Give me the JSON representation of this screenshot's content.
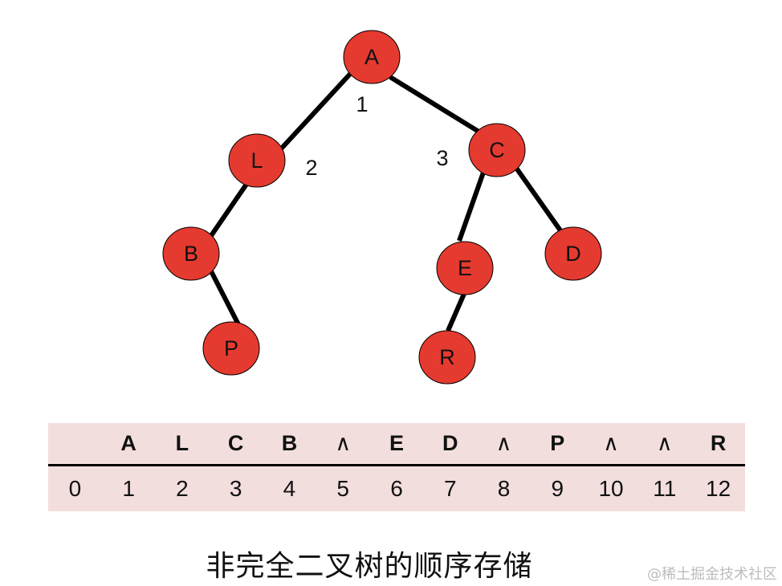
{
  "tree": {
    "nodes": [
      {
        "id": "A",
        "label": "A"
      },
      {
        "id": "L",
        "label": "L"
      },
      {
        "id": "C",
        "label": "C"
      },
      {
        "id": "B",
        "label": "B"
      },
      {
        "id": "E",
        "label": "E"
      },
      {
        "id": "D",
        "label": "D"
      },
      {
        "id": "P",
        "label": "P"
      },
      {
        "id": "R",
        "label": "R"
      }
    ],
    "edges": [
      {
        "from": "A",
        "to": "L"
      },
      {
        "from": "A",
        "to": "C"
      },
      {
        "from": "L",
        "to": "B"
      },
      {
        "from": "B",
        "to": "P"
      },
      {
        "from": "C",
        "to": "E"
      },
      {
        "from": "C",
        "to": "D"
      },
      {
        "from": "E",
        "to": "R"
      }
    ],
    "index_labels": [
      "1",
      "2",
      "3"
    ],
    "node_color": "#e53a2f",
    "edge_color": "#000000"
  },
  "table": {
    "values": [
      "",
      "A",
      "L",
      "C",
      "B",
      "∧",
      "E",
      "D",
      "∧",
      "P",
      "∧",
      "∧",
      "R"
    ],
    "indices": [
      "0",
      "1",
      "2",
      "3",
      "4",
      "5",
      "6",
      "7",
      "8",
      "9",
      "10",
      "11",
      "12"
    ],
    "background": "#f3dede"
  },
  "caption": "非完全二叉树的顺序存储",
  "watermark": "@稀土掘金技术社区"
}
